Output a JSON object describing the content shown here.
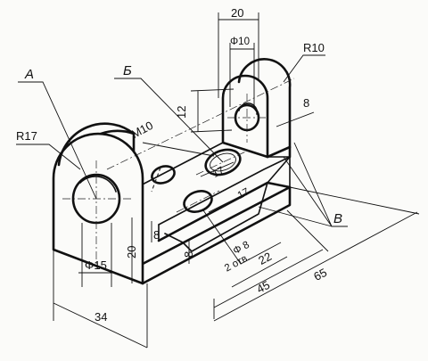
{
  "dimensions": {
    "top_width": "20",
    "lug_hole_dia": "Φ10",
    "lug_radius": "R10",
    "lug_height": "12",
    "lug_thickness": "8",
    "thread": "M10",
    "slot_width_1": "17",
    "slot_width_2": "17",
    "hole_note_dia": "Φ 8",
    "hole_note_count": "2 отв.",
    "hole_spacing": "22",
    "inner_length": "45",
    "overall_length": "65",
    "big_radius": "R17",
    "big_hole_dia": "Φ15",
    "big_height": "20",
    "big_thickness": "8",
    "base_width": "34",
    "base_height": "8"
  },
  "labels": {
    "a": "A",
    "b": "Б",
    "v": "В"
  }
}
